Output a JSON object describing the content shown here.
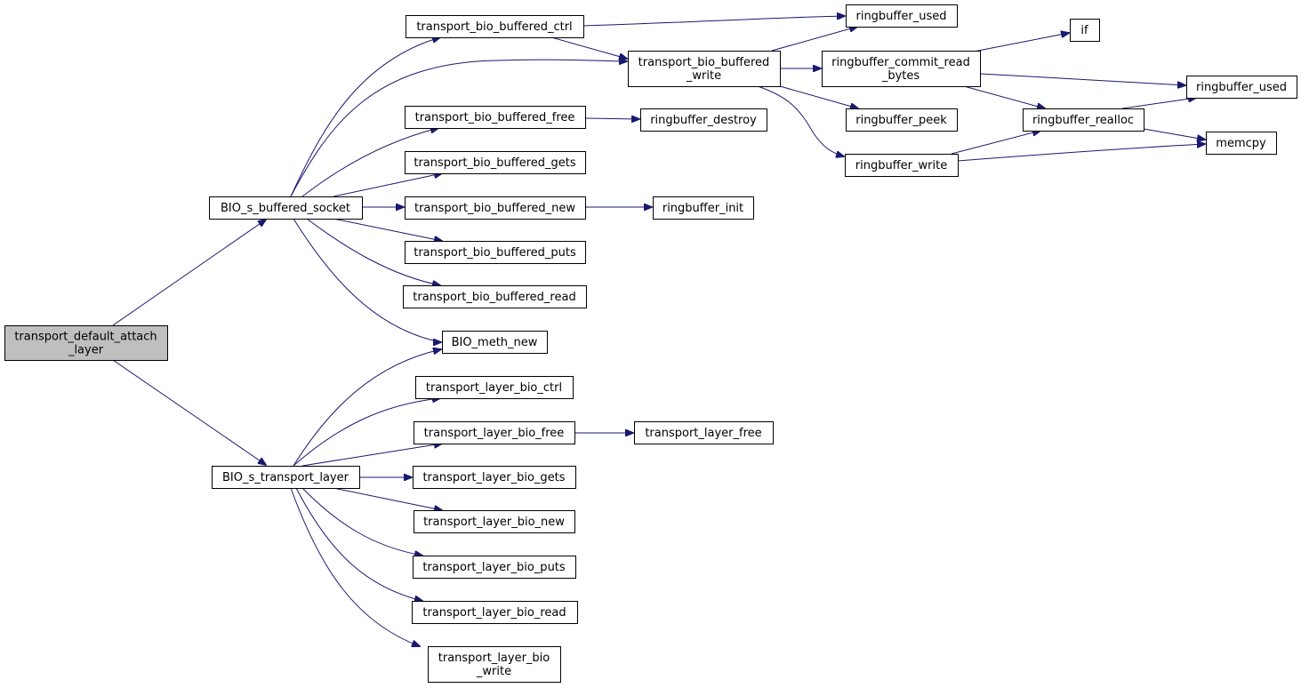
{
  "diagram": {
    "type": "call-graph",
    "nodes": [
      {
        "id": "root",
        "label": "transport_default_attach\n_layer",
        "highlight": true
      },
      {
        "id": "bio_buffered_socket",
        "label": "BIO_s_buffered_socket"
      },
      {
        "id": "bio_transport_layer",
        "label": "BIO_s_transport_layer"
      },
      {
        "id": "tbb_ctrl",
        "label": "transport_bio_buffered_ctrl"
      },
      {
        "id": "tbb_write",
        "label": "transport_bio_buffered\n_write"
      },
      {
        "id": "tbb_free",
        "label": "transport_bio_buffered_free"
      },
      {
        "id": "tbb_gets",
        "label": "transport_bio_buffered_gets"
      },
      {
        "id": "tbb_new",
        "label": "transport_bio_buffered_new"
      },
      {
        "id": "tbb_puts",
        "label": "transport_bio_buffered_puts"
      },
      {
        "id": "tbb_read",
        "label": "transport_bio_buffered_read"
      },
      {
        "id": "bio_meth_new",
        "label": "BIO_meth_new"
      },
      {
        "id": "rb_used_1",
        "label": "ringbuffer_used"
      },
      {
        "id": "rb_commit",
        "label": "ringbuffer_commit_read\n_bytes"
      },
      {
        "id": "rb_peek",
        "label": "ringbuffer_peek"
      },
      {
        "id": "rb_write",
        "label": "ringbuffer_write"
      },
      {
        "id": "rb_destroy",
        "label": "ringbuffer_destroy"
      },
      {
        "id": "rb_init",
        "label": "ringbuffer_init"
      },
      {
        "id": "if",
        "label": "if"
      },
      {
        "id": "rb_realloc",
        "label": "ringbuffer_realloc"
      },
      {
        "id": "rb_used_2",
        "label": "ringbuffer_used"
      },
      {
        "id": "memcpy",
        "label": "memcpy"
      },
      {
        "id": "tlb_ctrl",
        "label": "transport_layer_bio_ctrl"
      },
      {
        "id": "tlb_free",
        "label": "transport_layer_bio_free"
      },
      {
        "id": "tlb_gets",
        "label": "transport_layer_bio_gets"
      },
      {
        "id": "tlb_new",
        "label": "transport_layer_bio_new"
      },
      {
        "id": "tlb_puts",
        "label": "transport_layer_bio_puts"
      },
      {
        "id": "tlb_read",
        "label": "transport_layer_bio_read"
      },
      {
        "id": "tlb_write",
        "label": "transport_layer_bio\n_write"
      },
      {
        "id": "tl_free",
        "label": "transport_layer_free"
      }
    ],
    "edges": [
      [
        "root",
        "bio_buffered_socket"
      ],
      [
        "root",
        "bio_transport_layer"
      ],
      [
        "bio_buffered_socket",
        "tbb_ctrl"
      ],
      [
        "bio_buffered_socket",
        "tbb_write"
      ],
      [
        "bio_buffered_socket",
        "tbb_free"
      ],
      [
        "bio_buffered_socket",
        "tbb_gets"
      ],
      [
        "bio_buffered_socket",
        "tbb_new"
      ],
      [
        "bio_buffered_socket",
        "tbb_puts"
      ],
      [
        "bio_buffered_socket",
        "tbb_read"
      ],
      [
        "bio_buffered_socket",
        "bio_meth_new"
      ],
      [
        "tbb_ctrl",
        "rb_used_1"
      ],
      [
        "tbb_ctrl",
        "tbb_write"
      ],
      [
        "tbb_write",
        "rb_used_1"
      ],
      [
        "tbb_write",
        "rb_commit"
      ],
      [
        "tbb_write",
        "rb_peek"
      ],
      [
        "tbb_write",
        "rb_write"
      ],
      [
        "tbb_free",
        "rb_destroy"
      ],
      [
        "tbb_new",
        "rb_init"
      ],
      [
        "rb_commit",
        "if"
      ],
      [
        "rb_commit",
        "rb_used_2"
      ],
      [
        "rb_commit",
        "rb_realloc"
      ],
      [
        "rb_write",
        "rb_realloc"
      ],
      [
        "rb_write",
        "memcpy"
      ],
      [
        "rb_realloc",
        "rb_used_2"
      ],
      [
        "rb_realloc",
        "memcpy"
      ],
      [
        "bio_transport_layer",
        "bio_meth_new"
      ],
      [
        "bio_transport_layer",
        "tlb_ctrl"
      ],
      [
        "bio_transport_layer",
        "tlb_free"
      ],
      [
        "bio_transport_layer",
        "tlb_gets"
      ],
      [
        "bio_transport_layer",
        "tlb_new"
      ],
      [
        "bio_transport_layer",
        "tlb_puts"
      ],
      [
        "bio_transport_layer",
        "tlb_read"
      ],
      [
        "bio_transport_layer",
        "tlb_write"
      ],
      [
        "tlb_free",
        "tl_free"
      ]
    ],
    "colors": {
      "edge": "#191970",
      "node_fill": "#ffffff",
      "root_fill": "#bfbfbf",
      "border": "#000000"
    }
  }
}
